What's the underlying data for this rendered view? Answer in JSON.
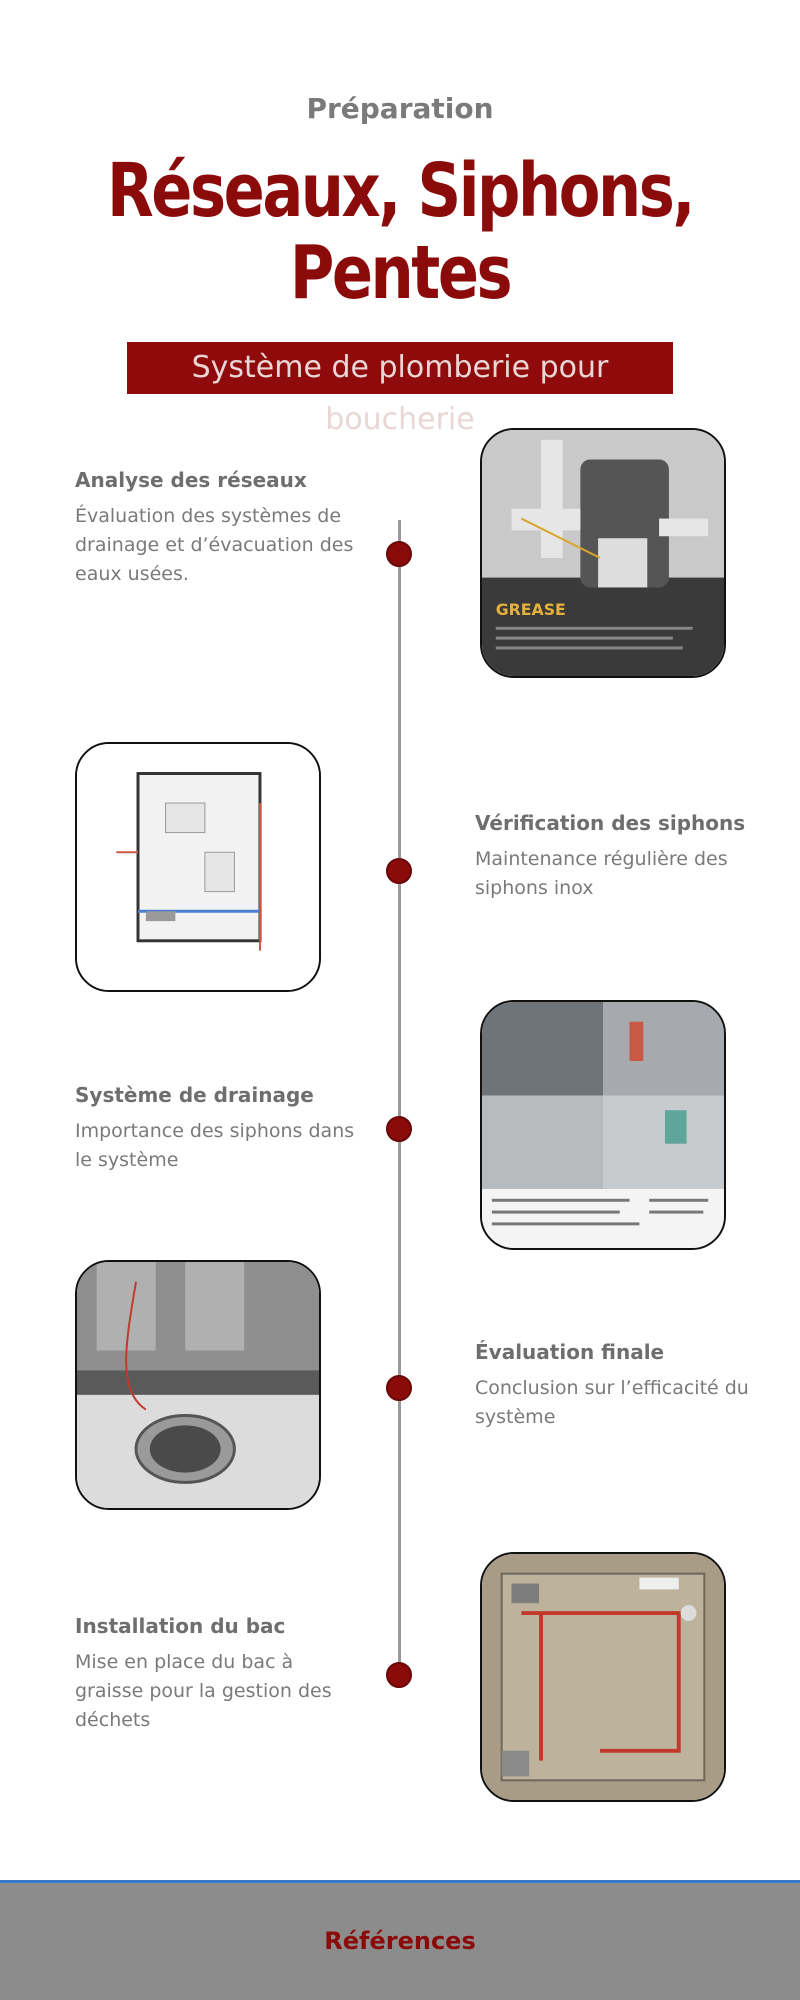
{
  "header": {
    "kicker": "Préparation",
    "title_line1": "Réseaux, Siphons,",
    "title_line2": "Pentes",
    "subtitle": "Système de plomberie pour boucherie"
  },
  "timeline": [
    {
      "title": "Analyse des réseaux",
      "desc": "Évaluation des systèmes de drainage et d’évacuation des eaux usées."
    },
    {
      "title": "Vérification des siphons",
      "desc": "Maintenance régulière des siphons inox"
    },
    {
      "title": "Système de drainage",
      "desc": "Importance des siphons dans le système"
    },
    {
      "title": "Évaluation finale",
      "desc": "Conclusion sur l’efficacité du système"
    },
    {
      "title": "Installation du bac",
      "desc": "Mise en place du bac à graisse pour la gestion des déchets"
    }
  ],
  "images": [
    {
      "name": "grease-trap-image",
      "label": "GREASE"
    },
    {
      "name": "plumbing-plan-image",
      "label": ""
    },
    {
      "name": "stainless-siphon-panel-image",
      "label": ""
    },
    {
      "name": "floor-drain-image",
      "label": ""
    },
    {
      "name": "room-piping-image",
      "label": ""
    }
  ],
  "footer": {
    "label": "Références"
  },
  "colors": {
    "accent": "#8b0a0a",
    "footer_bg": "#8c8c8c",
    "footer_border": "#3b78c9"
  }
}
